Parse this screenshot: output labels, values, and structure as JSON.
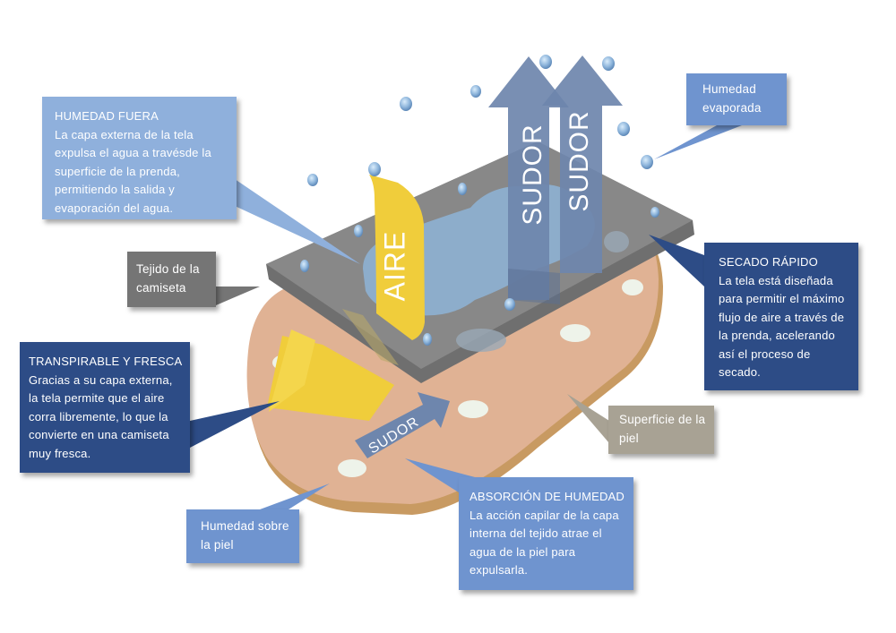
{
  "callouts": {
    "humedad_fuera": {
      "title": "HUMEDAD FUERA",
      "text": "La capa externa de la tela expulsa el agua a travésde la superficie de la prenda, permitiendo la salida y evaporación del agua."
    },
    "humedad_evaporada": {
      "text": "Humedad evaporada"
    },
    "tejido": {
      "text": "Tejido de la camiseta"
    },
    "secado_rapido": {
      "title": "SECADO RÁPIDO",
      "text": "La tela está diseñada para permitir el máximo flujo de aire a través de la prenda, acelerando así el proceso de secado."
    },
    "transpirable": {
      "title": "TRANSPIRABLE Y FRESCA",
      "text": "Gracias a su capa externa, la tela permite que el aire corra libremente, lo que la convierte en una camiseta muy fresca."
    },
    "superficie_piel": {
      "text": "Superficie de la piel"
    },
    "absorcion": {
      "title": "ABSORCIÓN DE HUMEDAD",
      "text": "La acción capilar de la capa interna del tejido atrae el agua de la piel para expulsarla."
    },
    "humedad_piel": {
      "text": "Humedad sobre la piel"
    }
  },
  "arrows": {
    "sudor_up_1": "SUDOR",
    "sudor_up_2": "SUDOR",
    "aire": "AIRE",
    "sudor_small": "SUDOR"
  },
  "colors": {
    "skin": "#e0b294",
    "skin_edge": "#c89a62",
    "fabric_top": "#8a8a8a",
    "fabric_side": "#6f6f6f",
    "sweat_arrow": "#6e86ad",
    "air_arrow": "#f0cd3b",
    "droplet": "#8fb6dc",
    "callout_dark": "#2d4c86",
    "callout_mid": "#6f94cf",
    "callout_light": "#8fb0dc",
    "callout_gray": "#757575",
    "callout_tan": "#a8a294"
  }
}
